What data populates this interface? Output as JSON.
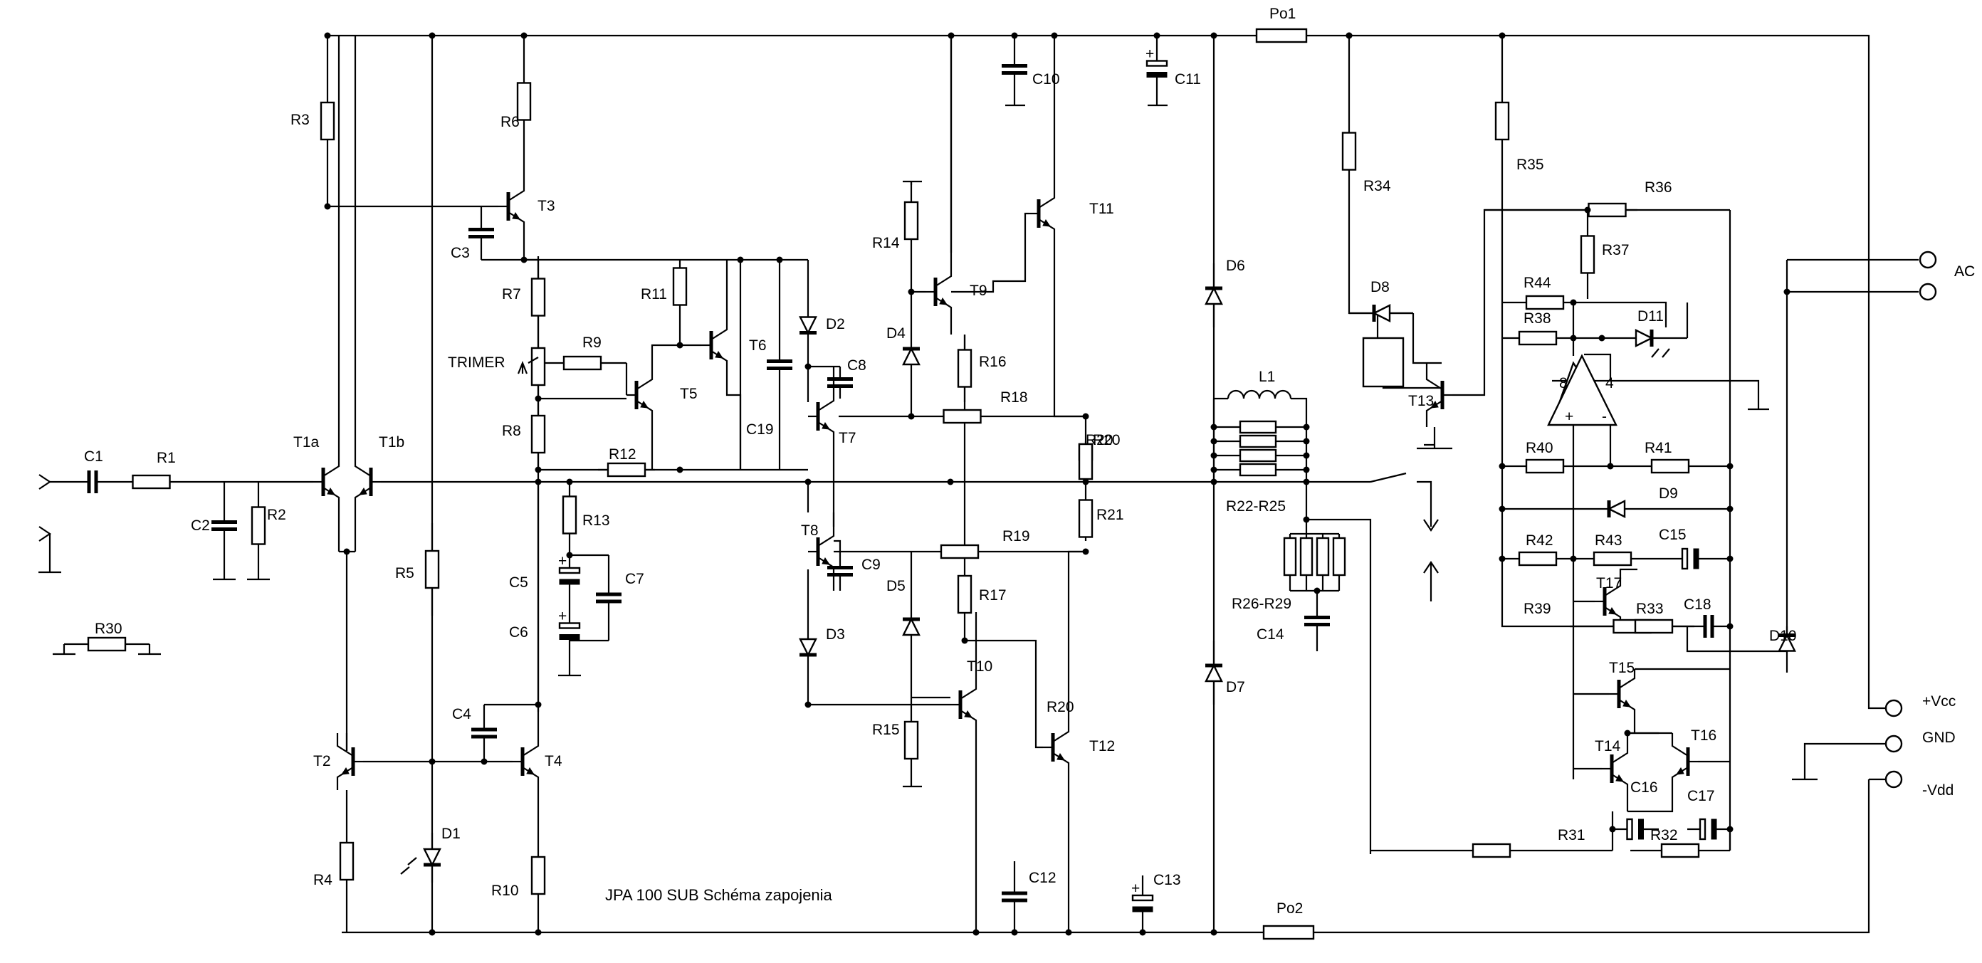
{
  "title": "JPA 100 SUB Schéma zapojenia",
  "terminals": [
    "AC",
    "+Vcc",
    "GND",
    "-Vdd"
  ],
  "trimmer_label": "TRIMER",
  "fuses": [
    "Po1",
    "Po2"
  ],
  "resistors": [
    "R1",
    "R2",
    "R3",
    "R4",
    "R5",
    "R6",
    "R7",
    "R8",
    "R9",
    "R10",
    "R11",
    "R12",
    "R13",
    "R14",
    "R15",
    "R16",
    "R17",
    "R18",
    "R19",
    "R20",
    "R20",
    "R21",
    "R30",
    "R31",
    "R32",
    "R33",
    "R34",
    "R35",
    "R36",
    "R37",
    "R38",
    "R39",
    "R40",
    "R41",
    "R42",
    "R43",
    "R44",
    "R22-R25",
    "R26-R29"
  ],
  "capacitors": [
    "C1",
    "C2",
    "C3",
    "C4",
    "C5",
    "C6",
    "C7",
    "C8",
    "C9",
    "C10",
    "C11",
    "C12",
    "C13",
    "C14",
    "C15",
    "C16",
    "C17",
    "C18",
    "C19"
  ],
  "transistors": [
    "T1a",
    "T1b",
    "T2",
    "T3",
    "T4",
    "T5",
    "T6",
    "T7",
    "T8",
    "T9",
    "T10",
    "T11",
    "T12",
    "T13",
    "T14",
    "T15",
    "T16",
    "T17"
  ],
  "diodes": [
    "D1",
    "D2",
    "D3",
    "D4",
    "D5",
    "D6",
    "D7",
    "D8",
    "D9",
    "D10",
    "D11"
  ],
  "inductors": [
    "L1"
  ],
  "opamp_pins": [
    "8",
    "4",
    "+",
    "-"
  ]
}
